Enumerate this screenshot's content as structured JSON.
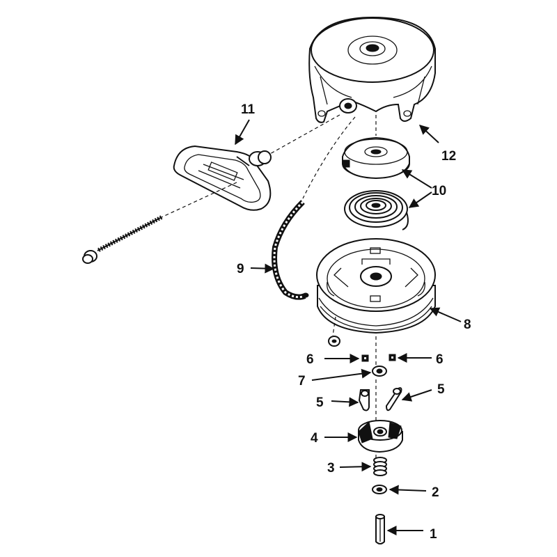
{
  "callouts": {
    "c1": "1",
    "c2": "2",
    "c3": "3",
    "c4": "4",
    "c5a": "5",
    "c5b": "5",
    "c6a": "6",
    "c6b": "6",
    "c7": "7",
    "c8": "8",
    "c9": "9",
    "c10": "10",
    "c11": "11",
    "c12": "12"
  },
  "icons": {
    "housing": "recoil-housing-icon",
    "handle": "starter-handle-icon",
    "rope": "starter-rope-icon",
    "pulley": "rope-pulley-icon",
    "spring": "rewind-spring-icon"
  }
}
